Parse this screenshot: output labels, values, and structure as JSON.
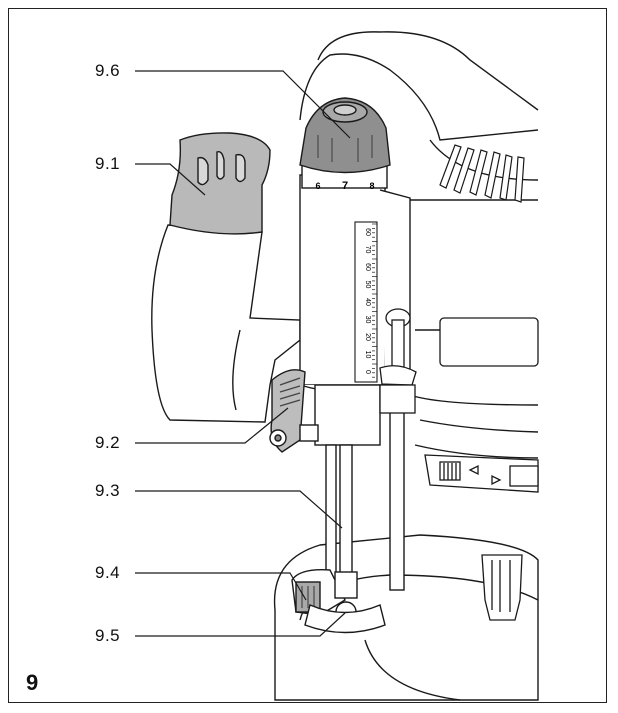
{
  "figure": {
    "number": "9"
  },
  "callouts": [
    {
      "id": "9.6",
      "label": "9.6"
    },
    {
      "id": "9.1",
      "label": "9.1"
    },
    {
      "id": "9.2",
      "label": "9.2"
    },
    {
      "id": "9.3",
      "label": "9.3"
    },
    {
      "id": "9.4",
      "label": "9.4"
    },
    {
      "id": "9.5",
      "label": "9.5"
    }
  ],
  "depth_scale": {
    "ticks": [
      "60",
      "70",
      "60",
      "50",
      "40",
      "30",
      "20",
      "10",
      "0"
    ]
  },
  "turret_dial": {
    "labels": [
      "6",
      "7",
      "8"
    ]
  },
  "colors": {
    "outline": "#1a1a1a",
    "grip_gray": "#b9b9b9",
    "knob_gray": "#8f8f8f",
    "paper": "#ffffff"
  }
}
